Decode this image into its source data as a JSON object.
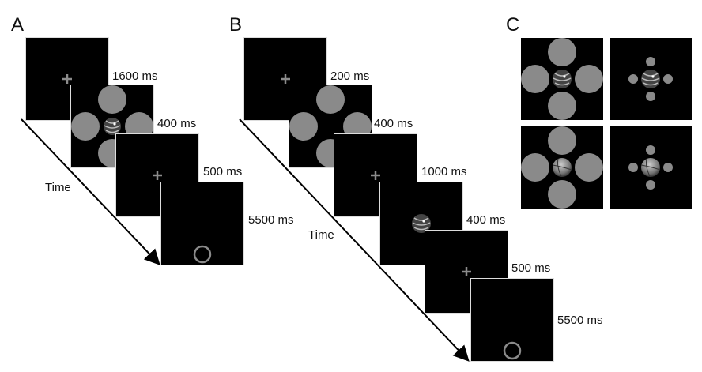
{
  "panels": {
    "A": {
      "label": "A",
      "time_label": "Time",
      "frames": [
        {
          "content": "fixation",
          "duration": "1600 ms"
        },
        {
          "content": "placeholders-large-with-ball",
          "duration": "400 ms"
        },
        {
          "content": "fixation",
          "duration": "500 ms"
        },
        {
          "content": "response-circle",
          "duration": "5500 ms"
        }
      ]
    },
    "B": {
      "label": "B",
      "time_label": "Time",
      "frames": [
        {
          "content": "fixation",
          "duration": "200 ms"
        },
        {
          "content": "placeholders-large",
          "duration": "400 ms"
        },
        {
          "content": "fixation",
          "duration": "1000 ms"
        },
        {
          "content": "ball-only",
          "duration": "400 ms"
        },
        {
          "content": "fixation",
          "duration": "500 ms"
        },
        {
          "content": "response-circle",
          "duration": "5500 ms"
        }
      ]
    },
    "C": {
      "label": "C",
      "tiles": [
        {
          "placeholders": "large",
          "ball": "textured"
        },
        {
          "placeholders": "small",
          "ball": "textured"
        },
        {
          "placeholders": "large",
          "ball": "basketball"
        },
        {
          "placeholders": "small",
          "ball": "basketball"
        }
      ]
    }
  },
  "colors": {
    "placeholder": "#8a8a8a",
    "frame_bg": "#000000",
    "fixation": "#8c8c8c"
  }
}
